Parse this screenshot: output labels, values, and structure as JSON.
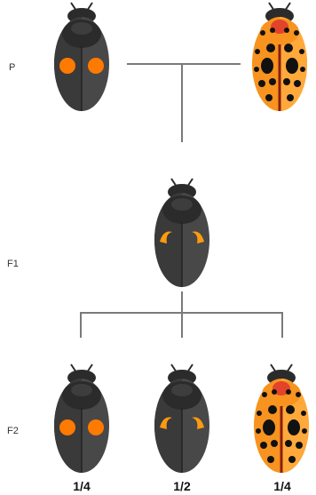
{
  "generations": {
    "p_label": "P",
    "f1_label": "F1",
    "f2_label": "F2"
  },
  "ratios": {
    "f2_left": "1/4",
    "f2_middle": "1/2",
    "f2_right": "1/4"
  },
  "colors": {
    "black_body": "#4a4a4a",
    "black_body_dark": "#2f2f2f",
    "head": "#2b2b2b",
    "spot_orange": "#ff7a00",
    "crescent_orange": "#ff9a10",
    "orange_body": "#f7931e",
    "orange_body_light": "#ffb347",
    "orange_head_stripe": "#e2442b",
    "black_spot": "#111111",
    "connector": "#7a7a7a"
  }
}
